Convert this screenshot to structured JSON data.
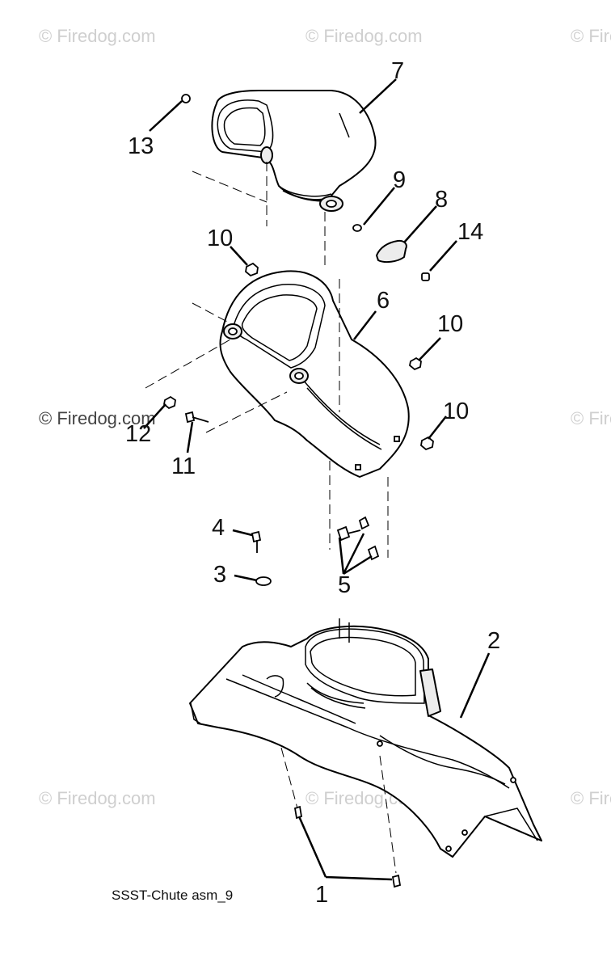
{
  "diagram": {
    "caption": "SSST-Chute asm_9",
    "watermark": "© Firedog.com",
    "callouts": {
      "c1": "1",
      "c2": "2",
      "c3": "3",
      "c4": "4",
      "c5": "5",
      "c6": "6",
      "c7": "7",
      "c8": "8",
      "c9": "9",
      "c10a": "10",
      "c10b": "10",
      "c10c": "10",
      "c11": "11",
      "c12": "12",
      "c13": "13",
      "c14": "14"
    }
  }
}
